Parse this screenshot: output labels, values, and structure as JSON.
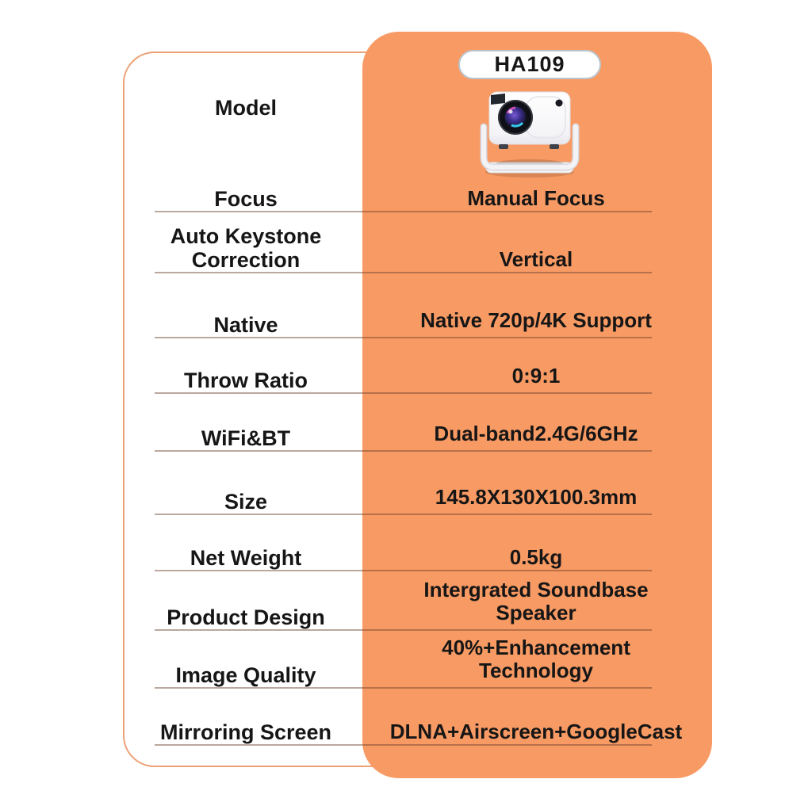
{
  "product": {
    "model_badge": "HA109",
    "image_icon": "projector-icon"
  },
  "specs": {
    "rows": [
      {
        "label": "Model",
        "value": ""
      },
      {
        "label": "Focus",
        "value": "Manual Focus"
      },
      {
        "label": "Auto Keystone\nCorrection",
        "value": "Vertical"
      },
      {
        "label": "Native",
        "value": "Native 720p/4K Support"
      },
      {
        "label": "Throw Ratio",
        "value": "0:9:1"
      },
      {
        "label": "WiFi&BT",
        "value": "Dual-band2.4G/6GHz"
      },
      {
        "label": "Size",
        "value": "145.8X130X100.3mm"
      },
      {
        "label": "Net Weight",
        "value": "0.5kg"
      },
      {
        "label": "Product Design",
        "value": "Intergrated Soundbase\nSpeaker"
      },
      {
        "label": "Image Quality",
        "value": "40%+Enhancement\nTechnology"
      },
      {
        "label": "Mirroring Screen",
        "value": "DLNA+Airscreen+GoogleCast"
      }
    ]
  },
  "colors": {
    "panel_orange": "#f89a63",
    "card_border": "#eda074",
    "badge_border": "#bac6cf",
    "divider_line": "rgba(105,62,40,0.45)",
    "text": "#161616"
  }
}
